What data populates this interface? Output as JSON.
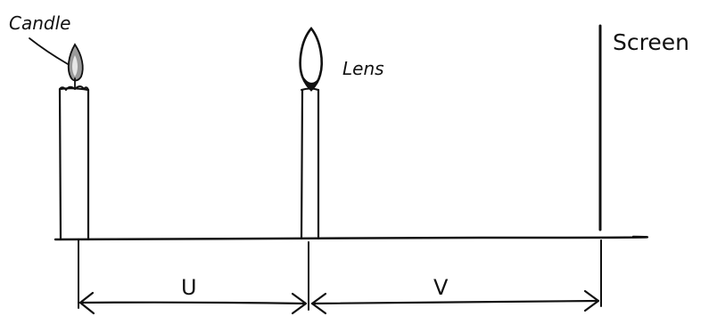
{
  "labels": {
    "candle": "Candle",
    "lens": "Lens",
    "screen": "Screen",
    "object_distance": "U",
    "image_distance": "V"
  }
}
